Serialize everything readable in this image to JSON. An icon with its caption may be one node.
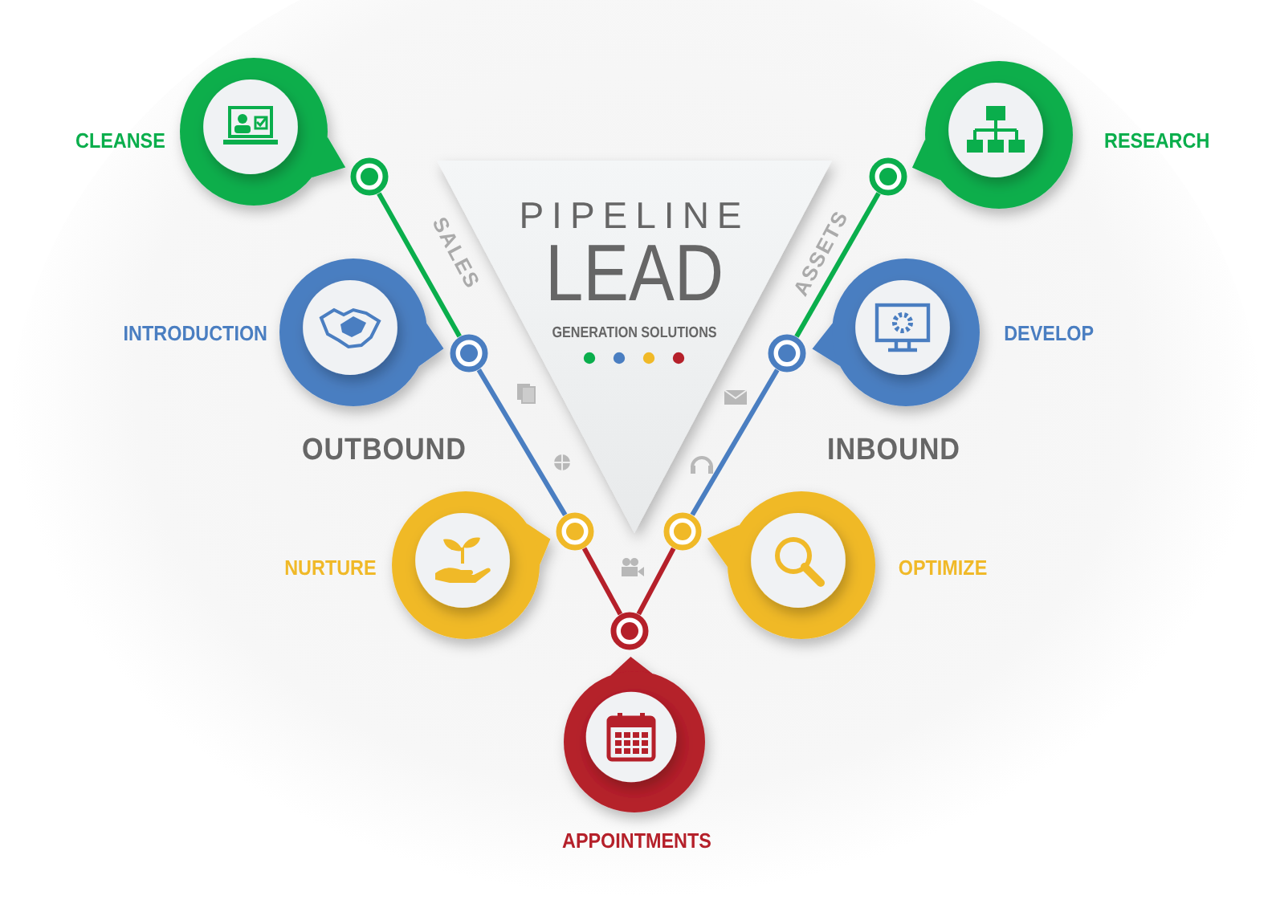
{
  "diagram": {
    "nodes": [
      {
        "text": [
          "PIPELINE",
          "LEAD",
          "GENERATION SOLUTIONS"
        ]
      },
      {
        "text": [
          "CLEANSE"
        ]
      },
      {
        "text": [
          "RESEARCH"
        ]
      },
      {
        "text": [],
        "shape": "circle"
      },
      {
        "text": [],
        "shape": "circle"
      },
      {
        "text": [
          "INTRODUCTION"
        ]
      },
      {
        "text": [
          "DEVELOP"
        ]
      },
      {
        "text": [],
        "shape": "circle"
      },
      {
        "text": [],
        "shape": "circle"
      },
      {
        "text": [
          "NURTURE"
        ]
      },
      {
        "text": [
          "OPTIMIZE"
        ]
      },
      {
        "text": [],
        "shape": "circle"
      },
      {
        "text": [],
        "shape": "circle"
      },
      {
        "text": [],
        "shape": "circle"
      },
      {
        "text": [
          "APPOINTMENTS"
        ]
      }
    ],
    "edges": [
      {
        "from": 3,
        "to": 7,
        "arrow": "none",
        "color": "#0aae4c"
      },
      {
        "from": 7,
        "to": 11,
        "arrow": "none",
        "color": "#4a7ec1"
      },
      {
        "from": 11,
        "to": 13,
        "arrow": "none",
        "color": "#b5202a"
      },
      {
        "from": 4,
        "to": 8,
        "arrow": "none",
        "color": "#0aae4c"
      },
      {
        "from": 8,
        "to": 12,
        "arrow": "none",
        "color": "#4a7ec1"
      },
      {
        "from": 12,
        "to": 13,
        "arrow": "none",
        "color": "#b5202a"
      }
    ],
    "labels": [
      "SALES",
      "ASSETS",
      "OUTBOUND",
      "INBOUND"
    ]
  }
}
